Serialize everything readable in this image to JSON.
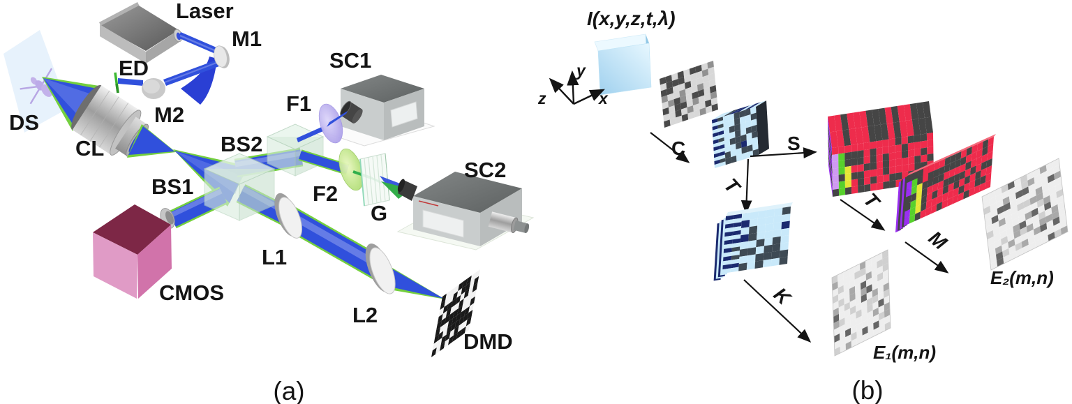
{
  "figure": {
    "background": "#ffffff",
    "panel_a": {
      "caption": "(a)",
      "labels": {
        "laser": "Laser",
        "m1": "M1",
        "ed": "ED",
        "m2": "M2",
        "ds": "DS",
        "cl": "CL",
        "bs1": "BS1",
        "bs2": "BS2",
        "f1": "F1",
        "sc1": "SC1",
        "f2": "F2",
        "g": "G",
        "sc2": "SC2",
        "cmos": "CMOS",
        "l1": "L1",
        "l2": "L2",
        "dmd": "DMD"
      }
    },
    "panel_b": {
      "caption": "(b)",
      "input_label": "I(x,y,z,t,λ)",
      "axis_labels": {
        "x": "x",
        "y": "y",
        "z": "z"
      },
      "operator_labels": {
        "c": "C",
        "s": "S",
        "t_down": "T",
        "k": "K",
        "t_right": "T",
        "m": "M"
      },
      "output_labels": {
        "e1": "E₁(m,n)",
        "e2": "E₂(m,n)"
      }
    },
    "colors": {
      "beam_blue": "#3050dc",
      "beam_core": "#7387e8",
      "beam_green": "#74cf3e",
      "sweep_blue": "#2a3fd4",
      "ed_green": "#3db832",
      "cmos_top": "#7d2746",
      "cmos_left": "#e09bc6",
      "cmos_right": "#d173aa",
      "filter1": "#b3a6ee",
      "filter2": "#bfe583",
      "cube_blue_light": "#c9e9fa",
      "cube_blue_mid": "#a8d8f2",
      "navy": "#1b2a6f",
      "slate": "#3e4a54",
      "mask_bg": "#d8d8d8",
      "mask_dark": "#4a4a4a",
      "mask_mid": "#919191",
      "red": "#ee2c4c",
      "dark": "#454545",
      "purple": "#9a2ff0",
      "green": "#57d02c",
      "yellow": "#e6e637",
      "lavender": "#cf9af2",
      "e_bg": "#eeeeee",
      "e_light": "#d0d0d0",
      "e_mid": "#a9a9a9",
      "e_dark": "#666666",
      "dmd_white": "#f2f2f2",
      "dmd_black": "#1a1a1a"
    }
  }
}
